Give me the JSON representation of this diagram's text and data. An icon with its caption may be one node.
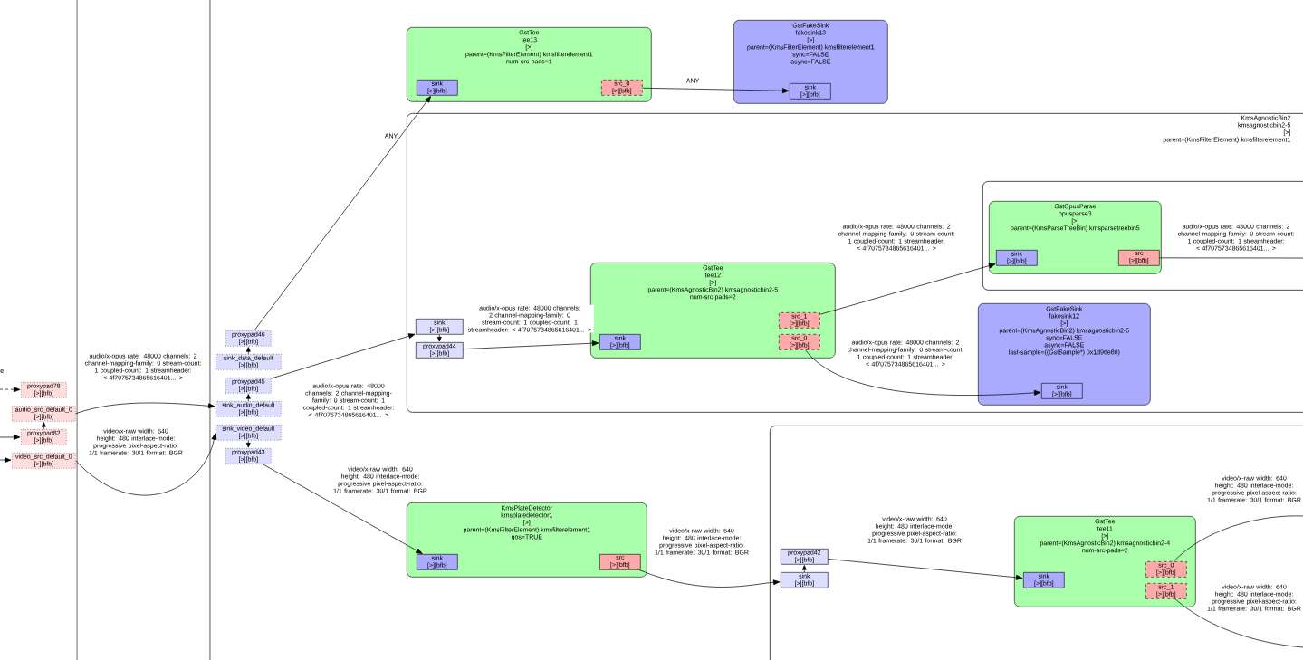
{
  "diagram": {
    "nodes": [
      {
        "text": [
          "KmsAgnosticBin2",
          "kmsagnosticbin2-5",
          "[>]",
          "parent=(KmsFilterElement) kmsfilterelement1"
        ]
      },
      {
        "text": [],
        "shape": "box",
        "in": 0
      },
      {
        "text": [],
        "shape": "box"
      },
      {
        "text": [
          "GstTee",
          "tee13",
          "[>]",
          "parent=(KmsFilterElement) kmsfilterelement1",
          "num-src-pads=1"
        ]
      },
      {
        "text": [
          "sink",
          "[>][bfb]"
        ],
        "in": 3
      },
      {
        "text": [
          "src_0",
          "[>][bfb]"
        ],
        "in": 3
      },
      {
        "text": [
          "GstFakeSink",
          "fakesink13",
          "[>]",
          "parent=(KmsFilterElement) kmsfilterelement1",
          "sync=FALSE",
          "async=FALSE"
        ]
      },
      {
        "text": [
          "sink",
          "[>][bfb]"
        ],
        "in": 6
      },
      {
        "text": [
          "sink",
          "[>][bfb]"
        ],
        "in": 0
      },
      {
        "text": [
          "proxypad44",
          "[>][bfb]"
        ],
        "in": 0
      },
      {
        "text": [
          "GstTee",
          "tee12",
          "[>]",
          "parent=(KmsAgnosticBin2) kmsagnosticbin2-5",
          "num-src-pads=2"
        ],
        "in": 0
      },
      {
        "text": [
          "sink",
          "[>][bfb]"
        ],
        "in": 10
      },
      {
        "text": [
          "src_1",
          "[>][bfb]"
        ],
        "in": 10
      },
      {
        "text": [
          "src_0",
          "[>][bfb]"
        ],
        "in": 10
      },
      {
        "text": [
          "GstOpusParse",
          "opusparse3",
          "[>]",
          "parent=(KmsParseTreeBin) kmsparsetreebin5"
        ],
        "in": 1
      },
      {
        "text": [
          "sink",
          "[>][bfb]"
        ],
        "in": 14
      },
      {
        "text": [
          "src",
          "[>][bfb]"
        ],
        "in": 14
      },
      {
        "text": [
          "GstFakeSink",
          "fakesink12",
          "[>]",
          "parent=(KmsAgnosticBin2) kmsagnosticbin2-5",
          "sync=FALSE",
          "async=FALSE",
          "last-sample=((GstSample*) 0x1d96e80)"
        ],
        "in": 0
      },
      {
        "text": [
          "sink",
          "[>][bfb]"
        ],
        "in": 17
      },
      {
        "text": [
          "KmsPlateDetector",
          "kmsplatedetector1",
          "[>]",
          "parent=(KmsFilterElement) kmsfilterelement1",
          "qos=TRUE"
        ]
      },
      {
        "text": [
          "sink",
          "[>][bfb]"
        ],
        "in": 19
      },
      {
        "text": [
          "src",
          "[>][bfb]"
        ],
        "in": 19
      },
      {
        "text": [
          "proxypad42",
          "[>][bfb]"
        ],
        "in": 2
      },
      {
        "text": [
          "sink",
          "[>][bfb]"
        ],
        "in": 2
      },
      {
        "text": [
          "GstTee",
          "tee11",
          "[>]",
          "parent=(KmsAgnosticBin2) kmsagnosticbin2-4",
          "num-src-pads=2"
        ],
        "in": 2
      },
      {
        "text": [
          "sink",
          "[>][bfb]"
        ],
        "in": 24
      },
      {
        "text": [
          "src_0",
          "[>][bfb]"
        ],
        "in": 24
      },
      {
        "text": [
          "src_1",
          "[>][bfb]"
        ],
        "in": 24
      },
      {
        "text": [
          "proxypad46",
          "[>][bfb]"
        ]
      },
      {
        "text": [
          "sink_data_default",
          "[>][bfb]"
        ]
      },
      {
        "text": [
          "proxypad45",
          "[>][bfb]"
        ]
      },
      {
        "text": [
          "sink_audio_default",
          "[>][bfb]"
        ]
      },
      {
        "text": [
          "sink_video_default",
          "[>][bfb]"
        ]
      },
      {
        "text": [
          "proxypad43",
          "[>][bfb]"
        ]
      },
      {
        "text": [
          "proxypad78",
          "[>][bfb]"
        ]
      },
      {
        "text": [
          "audio_src_default_0",
          "[>][bfb]"
        ]
      },
      {
        "text": [
          "proxypad82",
          "[>][bfb]"
        ]
      },
      {
        "text": [
          "video_src_default_0",
          "[>][bfb]"
        ]
      }
    ],
    "edges": [
      {
        "from": 29,
        "to": 28,
        "arrow": "to"
      },
      {
        "from": 31,
        "to": 30,
        "arrow": "to"
      },
      {
        "from": 32,
        "to": 33,
        "arrow": "to"
      },
      {
        "from": 28,
        "to": 4,
        "arrow": "to",
        "label": "ANY"
      },
      {
        "from": 5,
        "to": 7,
        "arrow": "to",
        "label": "ANY"
      },
      {
        "from": 30,
        "to": 8,
        "arrow": "to",
        "label": "audio/x-opus rate: 48000 channels: 2 channel-mapping-family: 0 stream-count: 1 coupled-count: 1 streamheader: < 4f7075734865616401... >"
      },
      {
        "from": 8,
        "to": 9,
        "arrow": "to"
      },
      {
        "from": 9,
        "to": 11,
        "arrow": "to",
        "label": "audio/x-opus rate: 48000 channels: 2 channel-mapping-family: 0 stream-count: 1 coupled-count: 1 streamheader: < 4f7075734865616401... >"
      },
      {
        "from": 12,
        "to": 15,
        "arrow": "to",
        "label": "audio/x-opus rate: 48000 channels: 2 channel-mapping-family: 0 stream-count: 1 coupled-count: 1 streamheader: < 4f7075734865616401... >"
      },
      {
        "from": 13,
        "to": 18,
        "arrow": "to",
        "label": "audio/x-opus rate: 48000 channels: 2 channel-mapping-family: 0 stream-count: 1 coupled-count: 1 streamheader: < 4f7075734865616401... >"
      },
      {
        "from": 16,
        "to": null,
        "arrow": "none",
        "label": "audio/x-opus rate: 48000 channels: 2 channel-mapping-family: 0 stream-count: 1 coupled-count: 1 streamheader: < 4f7075734865616401... >"
      },
      {
        "from": 33,
        "to": 20,
        "arrow": "to",
        "label": "video/x-raw width: 640 height: 480 interlace-mode: progressive pixel-aspect-ratio: 1/1 framerate: 30/1 format: BGR"
      },
      {
        "from": 21,
        "to": 23,
        "arrow": "to",
        "label": "video/x-raw width: 640 height: 480 interlace-mode: progressive pixel-aspect-ratio: 1/1 framerate: 30/1 format: BGR"
      },
      {
        "from": 23,
        "to": 22,
        "arrow": "to"
      },
      {
        "from": 22,
        "to": 25,
        "arrow": "to",
        "label": "video/x-raw width: 640 height: 480 interlace-mode: progressive pixel-aspect-ratio: 1/1 framerate: 30/1 format: BGR"
      },
      {
        "from": 26,
        "to": null,
        "arrow": "none",
        "label": "video/x-raw width: 640 height: 480 interlace-mode: progressive pixel-aspect-ratio: 1/1 framerate: 30/1 format: BGR"
      },
      {
        "from": 27,
        "to": null,
        "arrow": "none",
        "label": "video/x-raw width: 640 height: 480 interlace-mode: progressive pixel-aspect-ratio: 1/1 framerate: 30/1 format: BGR"
      },
      {
        "from": null,
        "to": 34,
        "arrow": "to",
        "style": "dashed"
      },
      {
        "from": 35,
        "to": 31,
        "arrow": "to",
        "label": "audio/x-opus rate: 48000 channels: 2 channel-mapping-family: 0 stream-count: 1 coupled-count: 1 streamheader: < 4f7075734865616401... >"
      },
      {
        "from": 36,
        "to": 35,
        "arrow": "to"
      },
      {
        "from": null,
        "to": 36,
        "arrow": "to"
      },
      {
        "from": null,
        "to": 37,
        "arrow": "to"
      },
      {
        "from": 37,
        "to": 32,
        "arrow": "to",
        "label": "video/x-raw width: 640 height: 480 interlace-mode: progressive pixel-aspect-ratio: 1/1 framerate: 30/1 format: BGR"
      }
    ],
    "labels": [
      "e"
    ]
  }
}
